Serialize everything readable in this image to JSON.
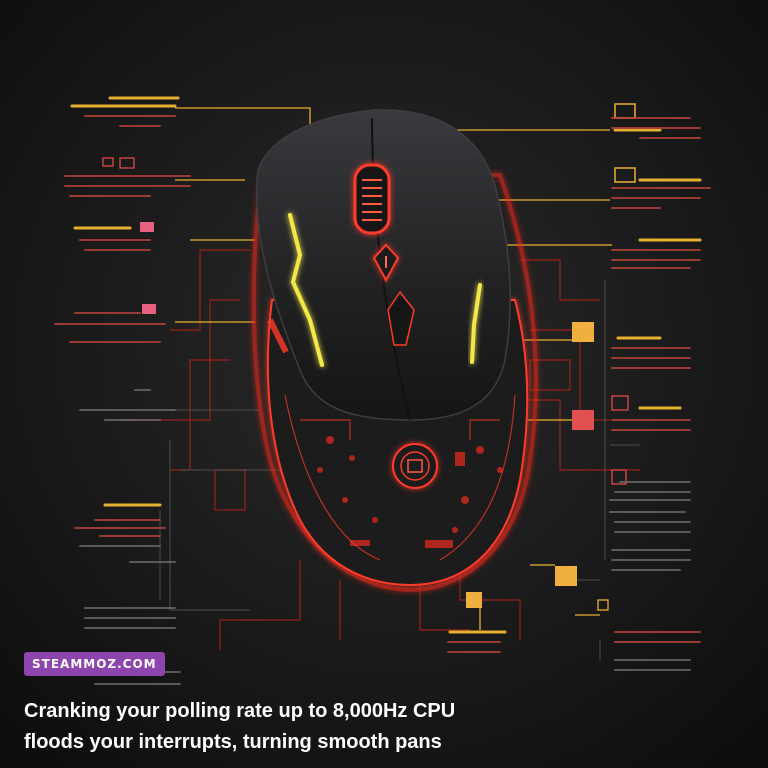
{
  "brand": {
    "label": "STEAMMOZ.COM",
    "color": "#8e44ad"
  },
  "caption": {
    "line1": "Cranking your polling rate up to 8,000Hz CPU",
    "line2": "floods your interrupts, turning smooth pans"
  },
  "colors": {
    "background": "#141414",
    "mouse_body": "#2a2a2c",
    "glow_red": "#ff2a1a",
    "glow_yellow": "#f2e84a",
    "callout": "#e8b030",
    "callout_red": "#e04848"
  },
  "icons": [
    "mouse-illustration",
    "scroll-wheel-icon",
    "dpi-badge-icon"
  ]
}
